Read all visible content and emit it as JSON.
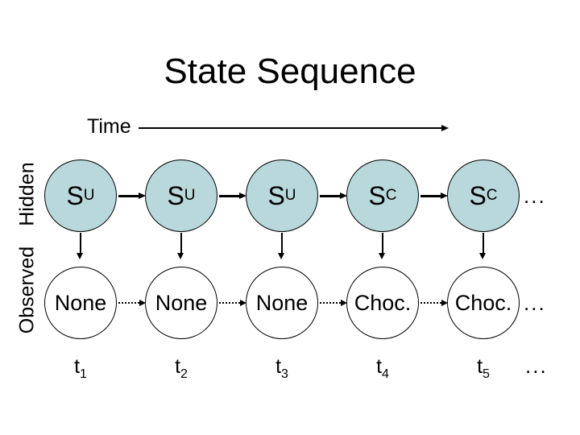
{
  "title": "State Sequence",
  "time_label": "Time",
  "row_labels": {
    "hidden": "Hidden",
    "observed": "Observed"
  },
  "ellipsis": "...",
  "colors": {
    "hidden_node_fill": "#b9d8db",
    "observed_node_fill": "#ffffff",
    "stroke": "#000000",
    "background": "#ffffff"
  },
  "columns": [
    {
      "hidden": {
        "base": "S",
        "sub": "U"
      },
      "observed": "None",
      "time": {
        "base": "t",
        "sub": "1"
      }
    },
    {
      "hidden": {
        "base": "S",
        "sub": "U"
      },
      "observed": "None",
      "time": {
        "base": "t",
        "sub": "2"
      }
    },
    {
      "hidden": {
        "base": "S",
        "sub": "U"
      },
      "observed": "None",
      "time": {
        "base": "t",
        "sub": "3"
      }
    },
    {
      "hidden": {
        "base": "S",
        "sub": "C"
      },
      "observed": "Choc.",
      "time": {
        "base": "t",
        "sub": "4"
      }
    },
    {
      "hidden": {
        "base": "S",
        "sub": "C"
      },
      "observed": "Choc.",
      "time": {
        "base": "t",
        "sub": "5"
      }
    }
  ]
}
